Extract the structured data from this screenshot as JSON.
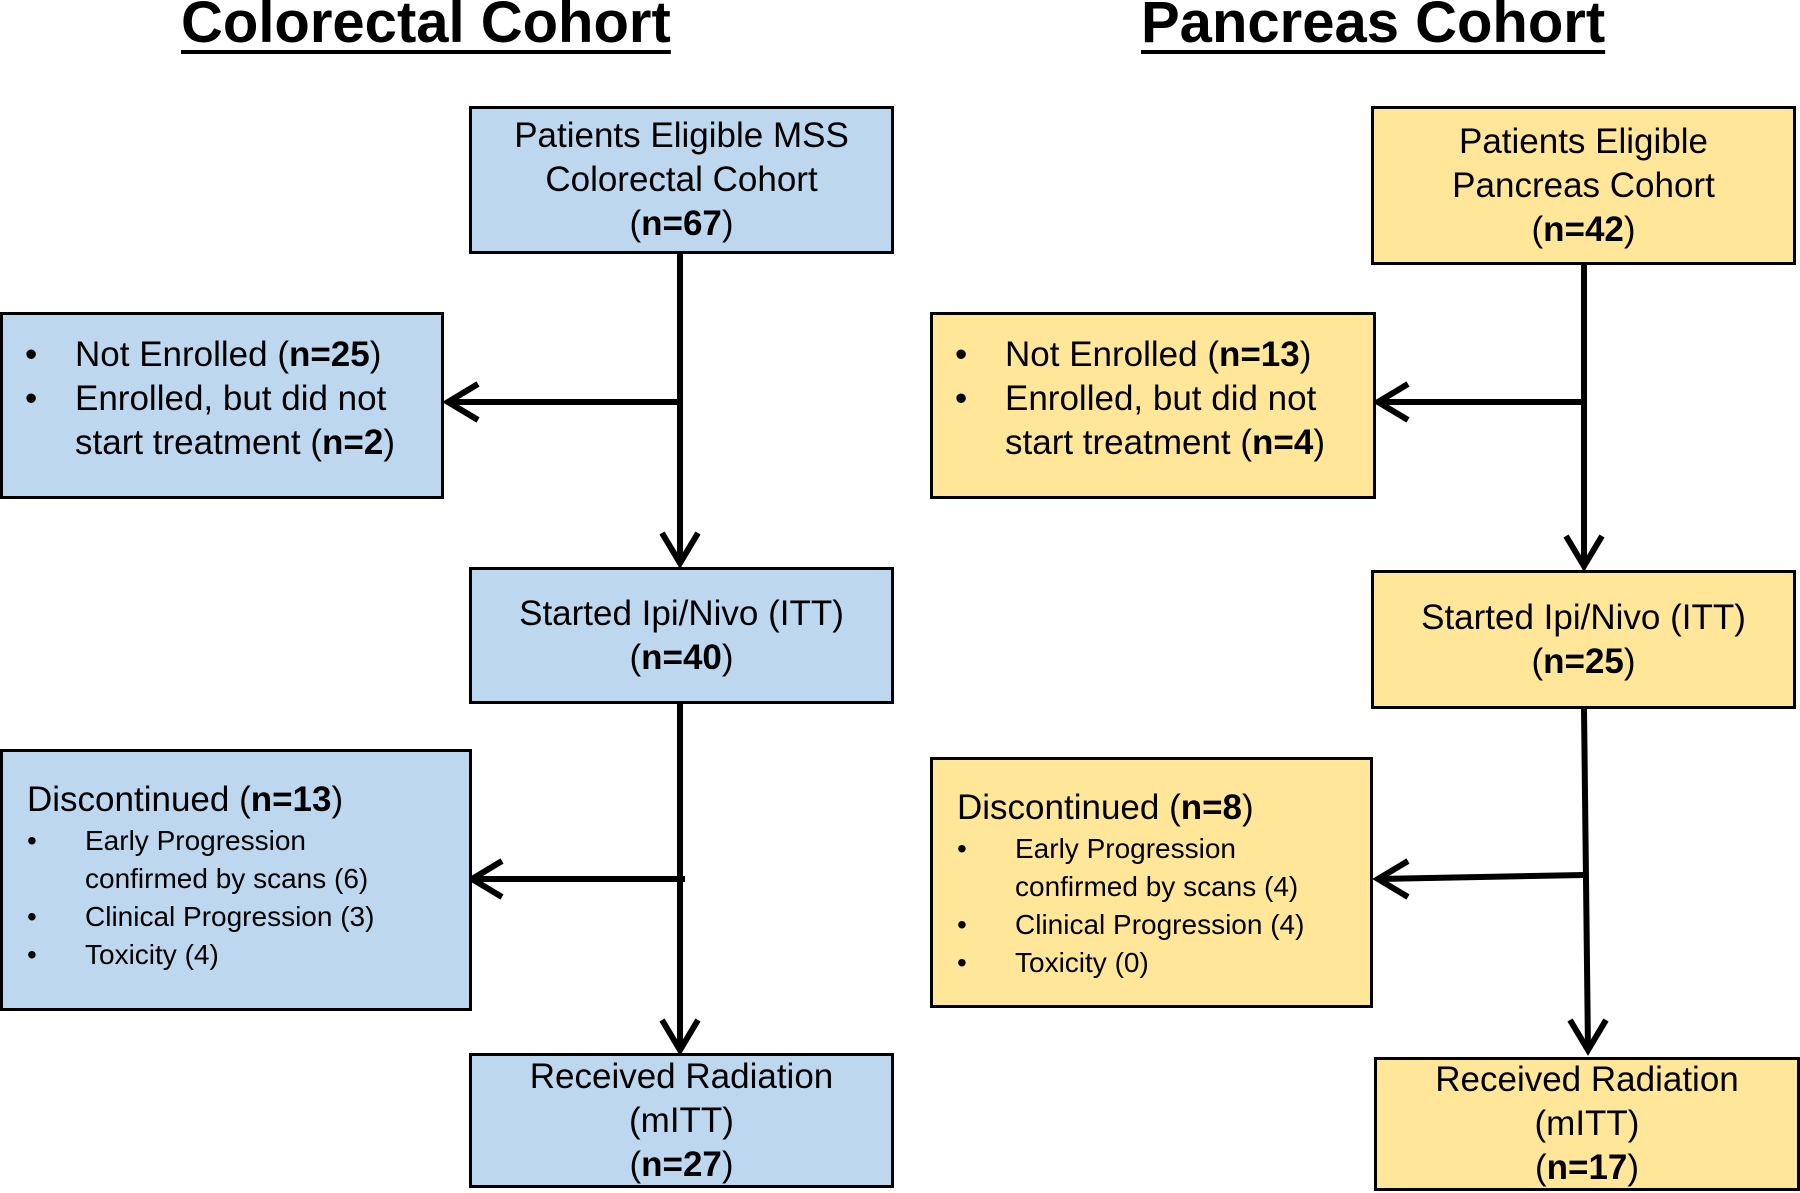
{
  "cohorts": {
    "colorectal": {
      "title": "Colorectal Cohort",
      "fill": "#bdd7ee",
      "eligible": {
        "lines": [
          "Patients Eligible MSS",
          "Colorectal Cohort"
        ],
        "n_open": "(",
        "n": "n=67",
        "n_close": ")"
      },
      "excluded": {
        "bullet1": {
          "text": "Not Enrolled (",
          "n": "n=25",
          "close": ")"
        },
        "bullet2": {
          "line1": "Enrolled, but did not",
          "text": "start treatment (",
          "n": "n=2",
          "close": ")"
        }
      },
      "itt": {
        "line": "Started Ipi/Nivo (ITT)",
        "n_open": "(",
        "n": "n=40",
        "n_close": ")"
      },
      "discontinued": {
        "head": "Discontinued (",
        "n": "n=13",
        "close": ")",
        "reasons": [
          "Early Progression",
          "confirmed by scans (6)",
          "Clinical Progression (3)",
          "Toxicity (4)"
        ]
      },
      "mitt": {
        "lines": [
          "Received Radiation",
          "(mITT)"
        ],
        "n_open": "(",
        "n": "n=27",
        "n_close": ")"
      }
    },
    "pancreas": {
      "title": "Pancreas Cohort",
      "fill": "#ffe699",
      "eligible": {
        "lines": [
          "Patients Eligible",
          "Pancreas Cohort"
        ],
        "n_open": "(",
        "n": "n=42",
        "n_close": ")"
      },
      "excluded": {
        "bullet1": {
          "text": "Not Enrolled (",
          "n": "n=13",
          "close": ")"
        },
        "bullet2": {
          "line1": "Enrolled, but did not",
          "text": "start treatment (",
          "n": "n=4",
          "close": ")"
        }
      },
      "itt": {
        "line": "Started Ipi/Nivo (ITT)",
        "n_open": "(",
        "n": "n=25",
        "n_close": ")"
      },
      "discontinued": {
        "head": "Discontinued (",
        "n": "n=8",
        "close": ")",
        "reasons": [
          "Early Progression",
          "confirmed by scans (4)",
          "Clinical Progression (4)",
          "Toxicity (0)"
        ]
      },
      "mitt": {
        "lines": [
          "Received Radiation",
          "(mITT)"
        ],
        "n_open": "(",
        "n": "n=17",
        "n_close": ")"
      }
    }
  },
  "bullet_glyph": "•"
}
